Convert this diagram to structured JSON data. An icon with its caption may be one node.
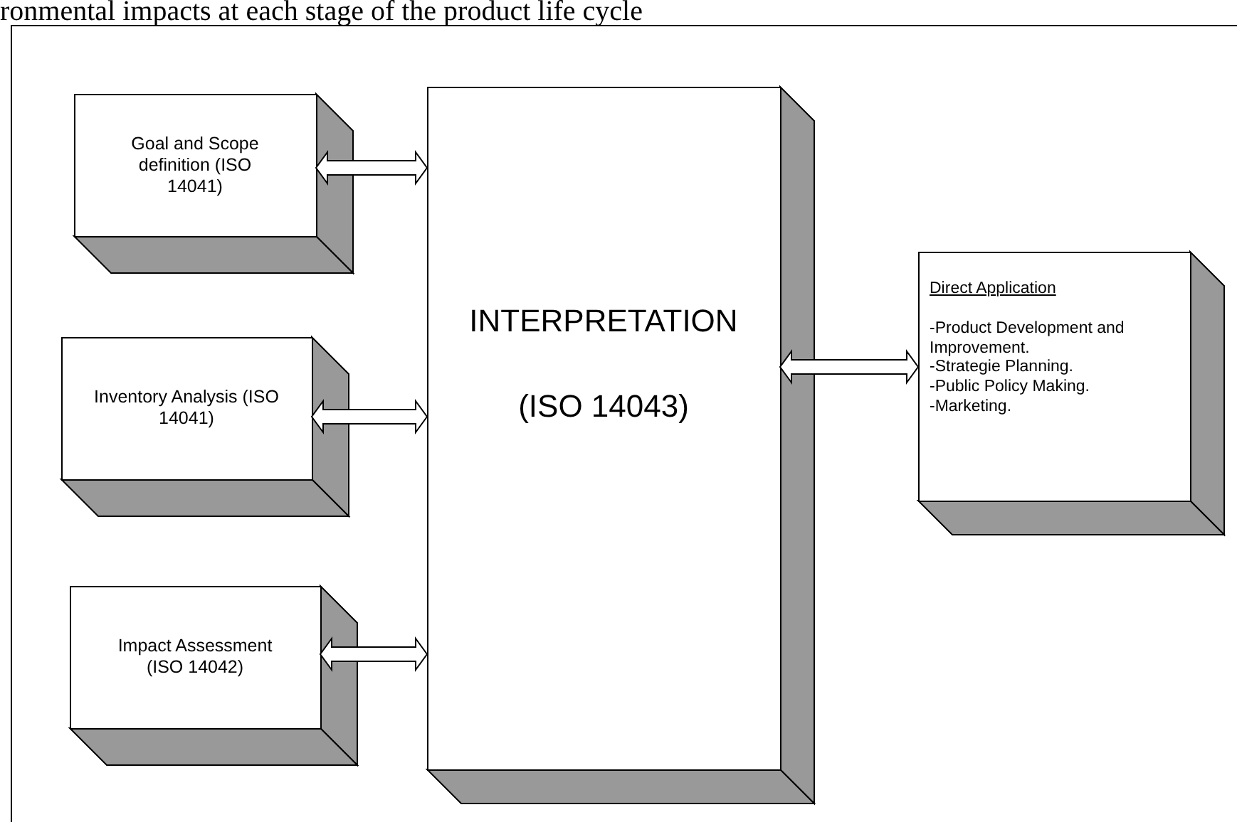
{
  "diagram": {
    "title": "ronmental impacts at each stage of the product life cycle",
    "nodes": [
      {
        "text": [
          "Goal and Scope definition (ISO 14041)"
        ]
      },
      {
        "text": [
          "Inventory Analysis (ISO 14041)"
        ]
      },
      {
        "text": [
          "Impact Assessment (ISO 14042)"
        ]
      },
      {
        "text": [
          "INTERPRETATION",
          "(ISO 14043)"
        ]
      },
      {
        "text": [
          "Direct Application",
          "-Product Development and Improvement.",
          "-Strategie Planning.",
          "-Public Policy Making.",
          "-Marketing."
        ]
      }
    ],
    "edges": [
      {
        "from": 0,
        "to": 3,
        "arrow": "both"
      },
      {
        "from": 1,
        "to": 3,
        "arrow": "both"
      },
      {
        "from": 2,
        "to": 3,
        "arrow": "both"
      },
      {
        "from": 3,
        "to": 4,
        "arrow": "both"
      }
    ]
  }
}
